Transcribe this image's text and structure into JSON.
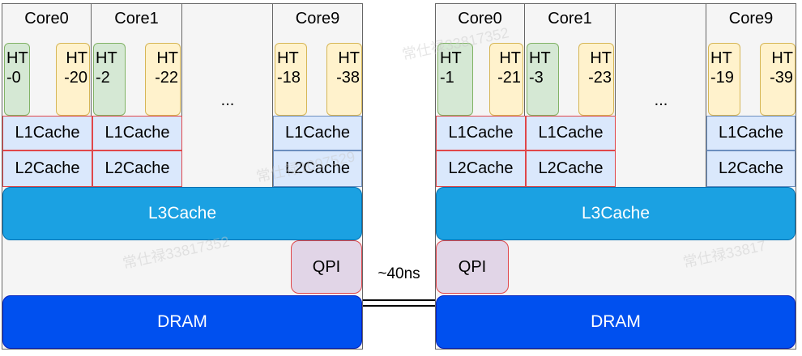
{
  "sockets": [
    {
      "cores": [
        {
          "label": "Core0",
          "hts": [
            {
              "line1": "HT",
              "line2": "-0"
            },
            {
              "line1": "HT",
              "line2": "-20"
            }
          ]
        },
        {
          "label": "Core1",
          "hts": [
            {
              "line1": "HT",
              "line2": "-2"
            },
            {
              "line1": "HT",
              "line2": "-22"
            }
          ]
        },
        {
          "label": "Core9",
          "hts": [
            {
              "line1": "HT",
              "line2": "-18"
            },
            {
              "line1": "HT",
              "line2": "-38"
            }
          ]
        }
      ],
      "ellipsis": "...",
      "l1": "L1Cache",
      "l2": "L2Cache",
      "l3": "L3Cache",
      "qpi": "QPI",
      "dram": "DRAM"
    },
    {
      "cores": [
        {
          "label": "Core0",
          "hts": [
            {
              "line1": "HT",
              "line2": "-1"
            },
            {
              "line1": "HT",
              "line2": "-21"
            }
          ]
        },
        {
          "label": "Core1",
          "hts": [
            {
              "line1": "HT",
              "line2": "-3"
            },
            {
              "line1": "HT",
              "line2": "-23"
            }
          ]
        },
        {
          "label": "Core9",
          "hts": [
            {
              "line1": "HT",
              "line2": "-19"
            },
            {
              "line1": "HT",
              "line2": "-39"
            }
          ]
        }
      ],
      "ellipsis": "...",
      "l1": "L1Cache",
      "l2": "L2Cache",
      "l3": "L3Cache",
      "qpi": "QPI",
      "dram": "DRAM"
    }
  ],
  "interconnect": {
    "latency": "~40ns"
  },
  "watermarks": [
    "常仕禄33817352",
    "常仕禄1097529",
    "常仕禄33817352",
    "常仕禄33817"
  ],
  "colors": {
    "ht_green": "#d5e8d4",
    "ht_yellow": "#fff2cc",
    "cache": "#dae8fc",
    "l3": "#1ba1e2",
    "qpi": "#e1d5e7",
    "dram": "#0050ef",
    "highlight_border": "#e0474a"
  }
}
